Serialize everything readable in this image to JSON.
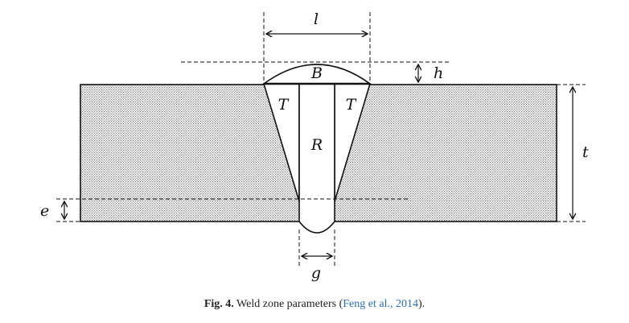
{
  "diagram": {
    "labels": {
      "l": "l",
      "h": "h",
      "t": "t",
      "e": "e",
      "g": "g",
      "B": "B",
      "T_left": "T",
      "T_right": "T",
      "R": "R"
    }
  },
  "caption": {
    "figure_number": "Fig. 4.",
    "text": "Weld zone parameters",
    "open_paren": "(",
    "citation": "Feng et al., 2014",
    "close_paren": ")."
  },
  "colors": {
    "stroke": "#111111",
    "citation_link": "#2a6fb0"
  }
}
